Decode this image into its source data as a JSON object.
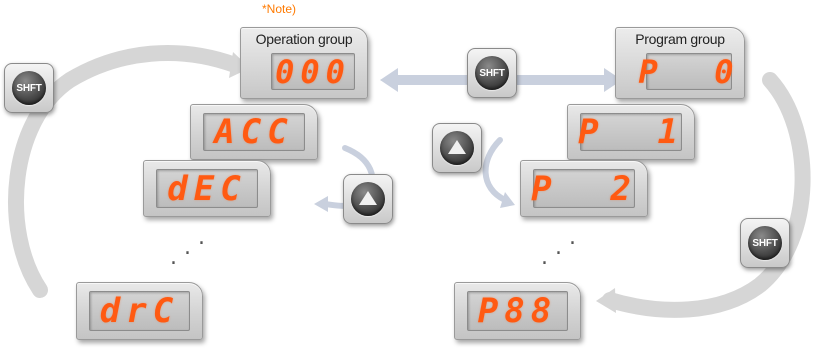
{
  "note": "*Note)",
  "operation_group": {
    "title": "Operation group",
    "display": "000",
    "items": [
      "ACC",
      "dEC",
      "drC"
    ]
  },
  "program_group": {
    "title": "Program group",
    "display": "P  0",
    "items": [
      "P  1",
      "P  2",
      "P88"
    ]
  },
  "buttons": {
    "shift_label": "SHFT"
  }
}
